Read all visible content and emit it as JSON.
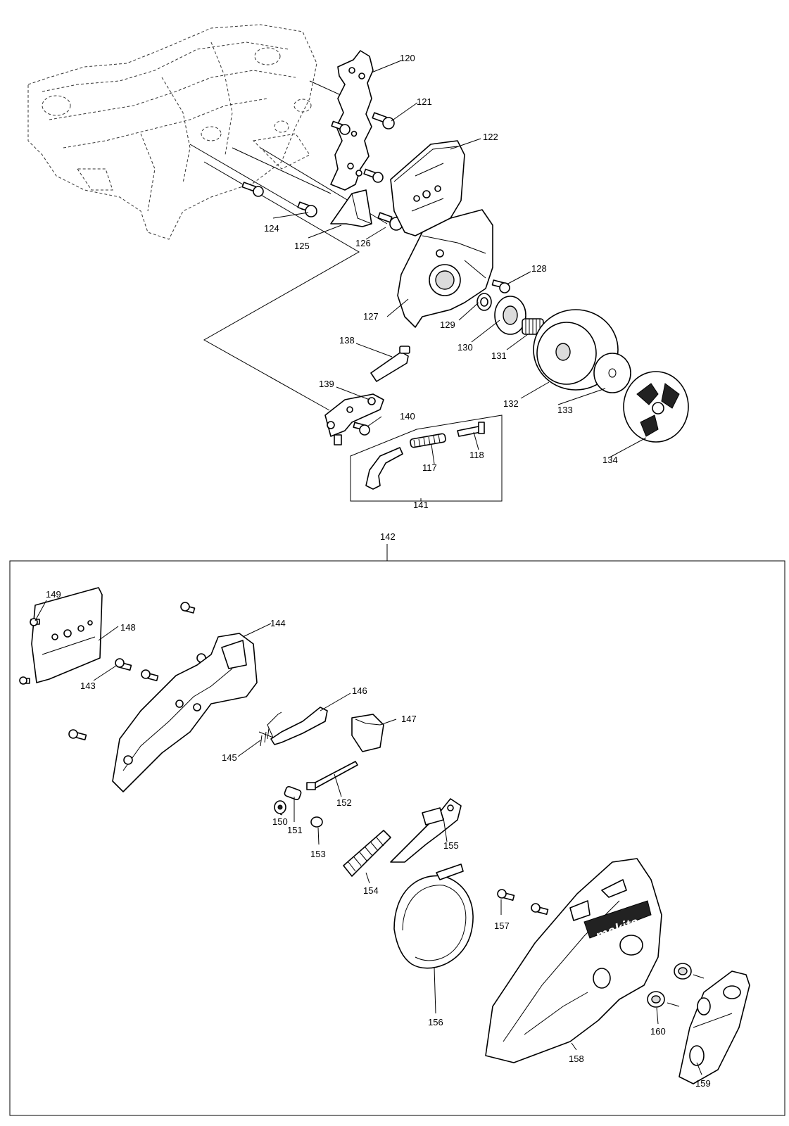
{
  "diagram": {
    "parts": [
      {
        "number": "120"
      },
      {
        "number": "121"
      },
      {
        "number": "122"
      },
      {
        "number": "124"
      },
      {
        "number": "125"
      },
      {
        "number": "126"
      },
      {
        "number": "127"
      },
      {
        "number": "128"
      },
      {
        "number": "129"
      },
      {
        "number": "130"
      },
      {
        "number": "131"
      },
      {
        "number": "132"
      },
      {
        "number": "133"
      },
      {
        "number": "134"
      },
      {
        "number": "138"
      },
      {
        "number": "139"
      },
      {
        "number": "140"
      },
      {
        "number": "117"
      },
      {
        "number": "118"
      },
      {
        "number": "141"
      },
      {
        "number": "142"
      },
      {
        "number": "149"
      },
      {
        "number": "148"
      },
      {
        "number": "144"
      },
      {
        "number": "143"
      },
      {
        "number": "146"
      },
      {
        "number": "147"
      },
      {
        "number": "145"
      },
      {
        "number": "152"
      },
      {
        "number": "150"
      },
      {
        "number": "151"
      },
      {
        "number": "153"
      },
      {
        "number": "155"
      },
      {
        "number": "154"
      },
      {
        "number": "157"
      },
      {
        "number": "156"
      },
      {
        "number": "160"
      },
      {
        "number": "158"
      },
      {
        "number": "159"
      }
    ],
    "logo_text": "makita"
  }
}
